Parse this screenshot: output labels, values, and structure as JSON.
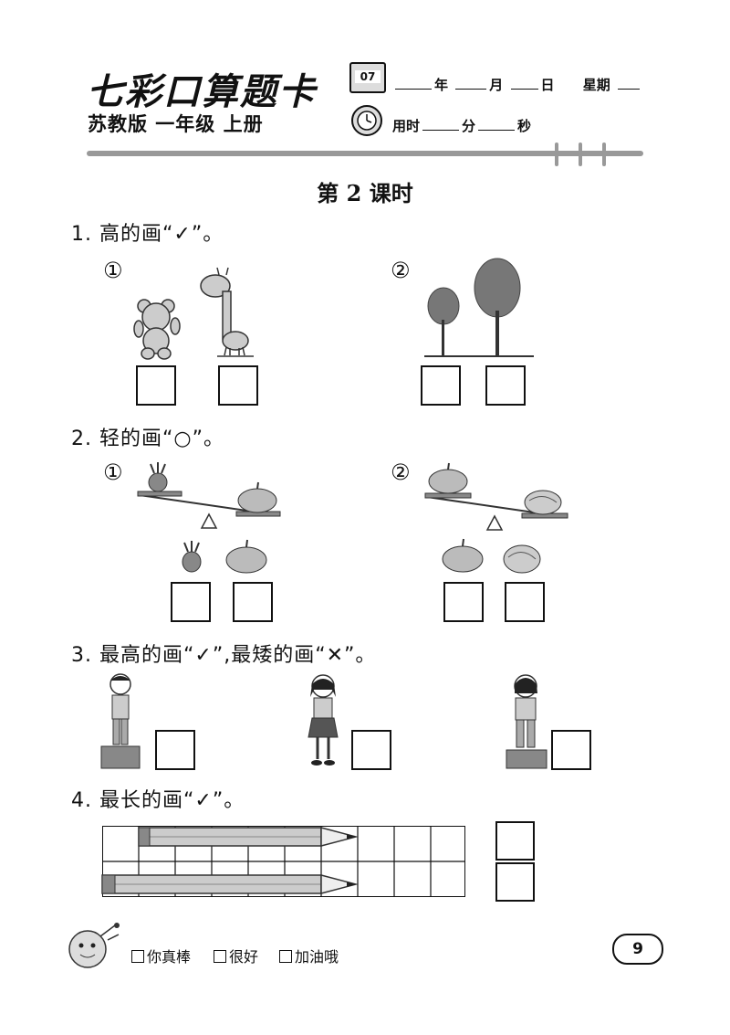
{
  "header": {
    "brand": "七彩口算题卡",
    "edition": "苏教版  一年级  上册",
    "calendar_num": "07",
    "date_year": "年",
    "date_month": "月",
    "date_day": "日",
    "date_week": "星期",
    "time_used": "用时",
    "time_min": "分",
    "time_sec": "秒"
  },
  "lesson_title": "第 2 课时",
  "q1": {
    "text": "1. 高的画“✓”。",
    "sub1": "①",
    "sub2": "②"
  },
  "q2": {
    "text": "2. 轻的画“○”。",
    "sub1": "①",
    "sub2": "②"
  },
  "q3": {
    "text": "3. 最高的画“✓”,最矮的画“✕”。"
  },
  "q4": {
    "text": "4. 最长的画“✓”。"
  },
  "footer": {
    "opt1": "你真棒",
    "opt2": "很好",
    "opt3": "加油哦",
    "page": "9"
  }
}
